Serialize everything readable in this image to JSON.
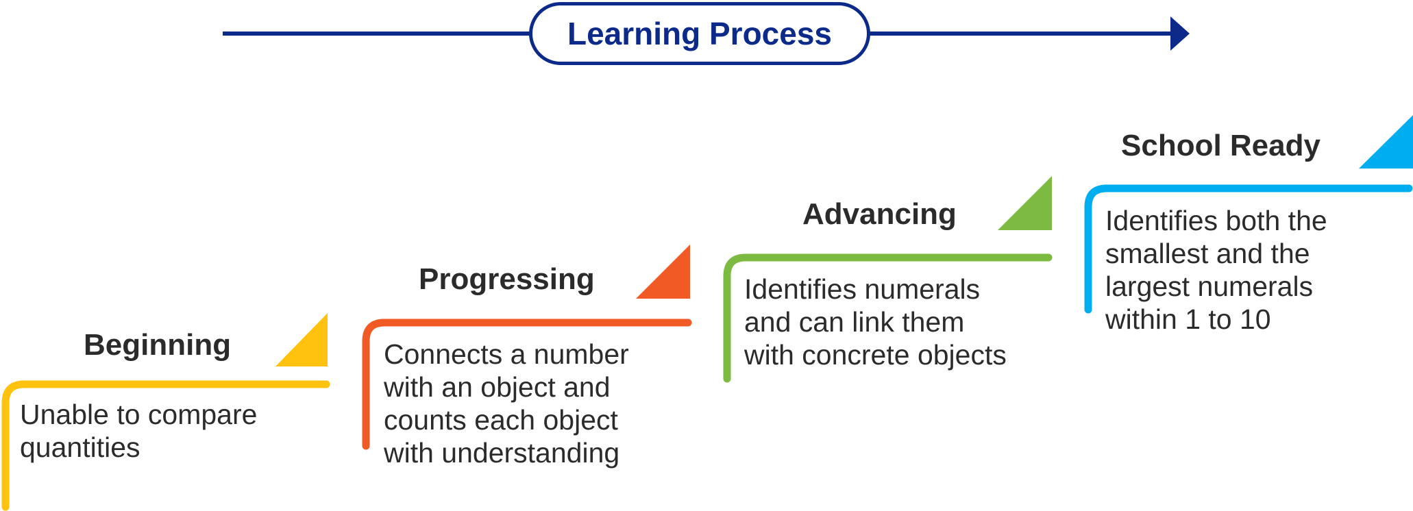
{
  "process": {
    "title": "Learning Process"
  },
  "colors": {
    "process": "#0b2a8a",
    "text": "#2b2b2b"
  },
  "stages": [
    {
      "title": "Beginning",
      "color": "#ffc20e",
      "lines": [
        "Unable to compare",
        "quantities"
      ]
    },
    {
      "title": "Progressing",
      "color": "#f15a24",
      "lines": [
        "Connects a number",
        "with an object and",
        "counts each object",
        "with understanding"
      ]
    },
    {
      "title": "Advancing",
      "color": "#7dba42",
      "lines": [
        "Identifies numerals",
        "and can link them",
        "with concrete objects"
      ]
    },
    {
      "title": "School Ready",
      "color": "#00aeef",
      "lines": [
        "Identifies both the",
        "smallest and the",
        "largest numerals",
        "within 1 to 10"
      ]
    }
  ]
}
